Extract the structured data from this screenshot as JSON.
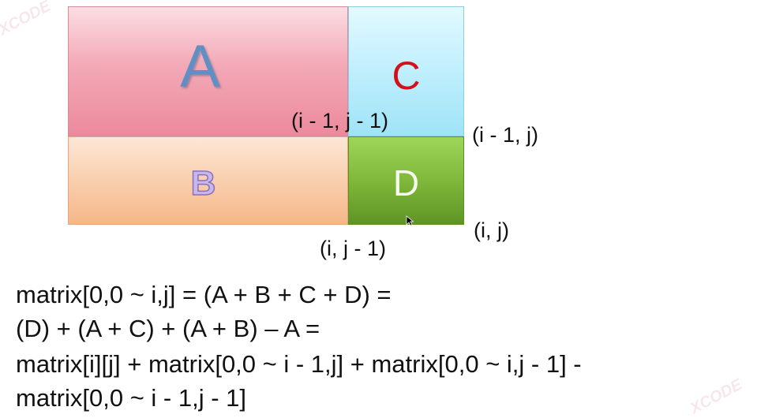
{
  "regions": {
    "a": {
      "label": "A"
    },
    "b": {
      "label": "B"
    },
    "c": {
      "label": "C"
    },
    "d": {
      "label": "D"
    }
  },
  "coordinates": {
    "top_left_corner": "(i - 1, j - 1)",
    "top_right": "(i - 1, j)",
    "bottom_right": "(i, j)",
    "bottom_mid": "(i, j - 1)"
  },
  "formula": {
    "line1": "matrix[0,0 ~ i,j] = (A + B + C + D) =",
    "line2": "(D) + (A + C) + (A + B) – A =",
    "line3": "matrix[i][j] + matrix[0,0 ~ i - 1,j] + matrix[0,0 ~ i,j - 1] -",
    "line4": "matrix[0,0 ~ i - 1,j - 1]"
  },
  "watermark": {
    "text": "XCODE"
  },
  "colors": {
    "region_a": "#f3a9b7",
    "region_b": "#f9cfae",
    "region_c": "#bfeffd",
    "region_d": "#7fb83a",
    "label_a": "#5f8fc4",
    "label_c": "#d4101c"
  }
}
